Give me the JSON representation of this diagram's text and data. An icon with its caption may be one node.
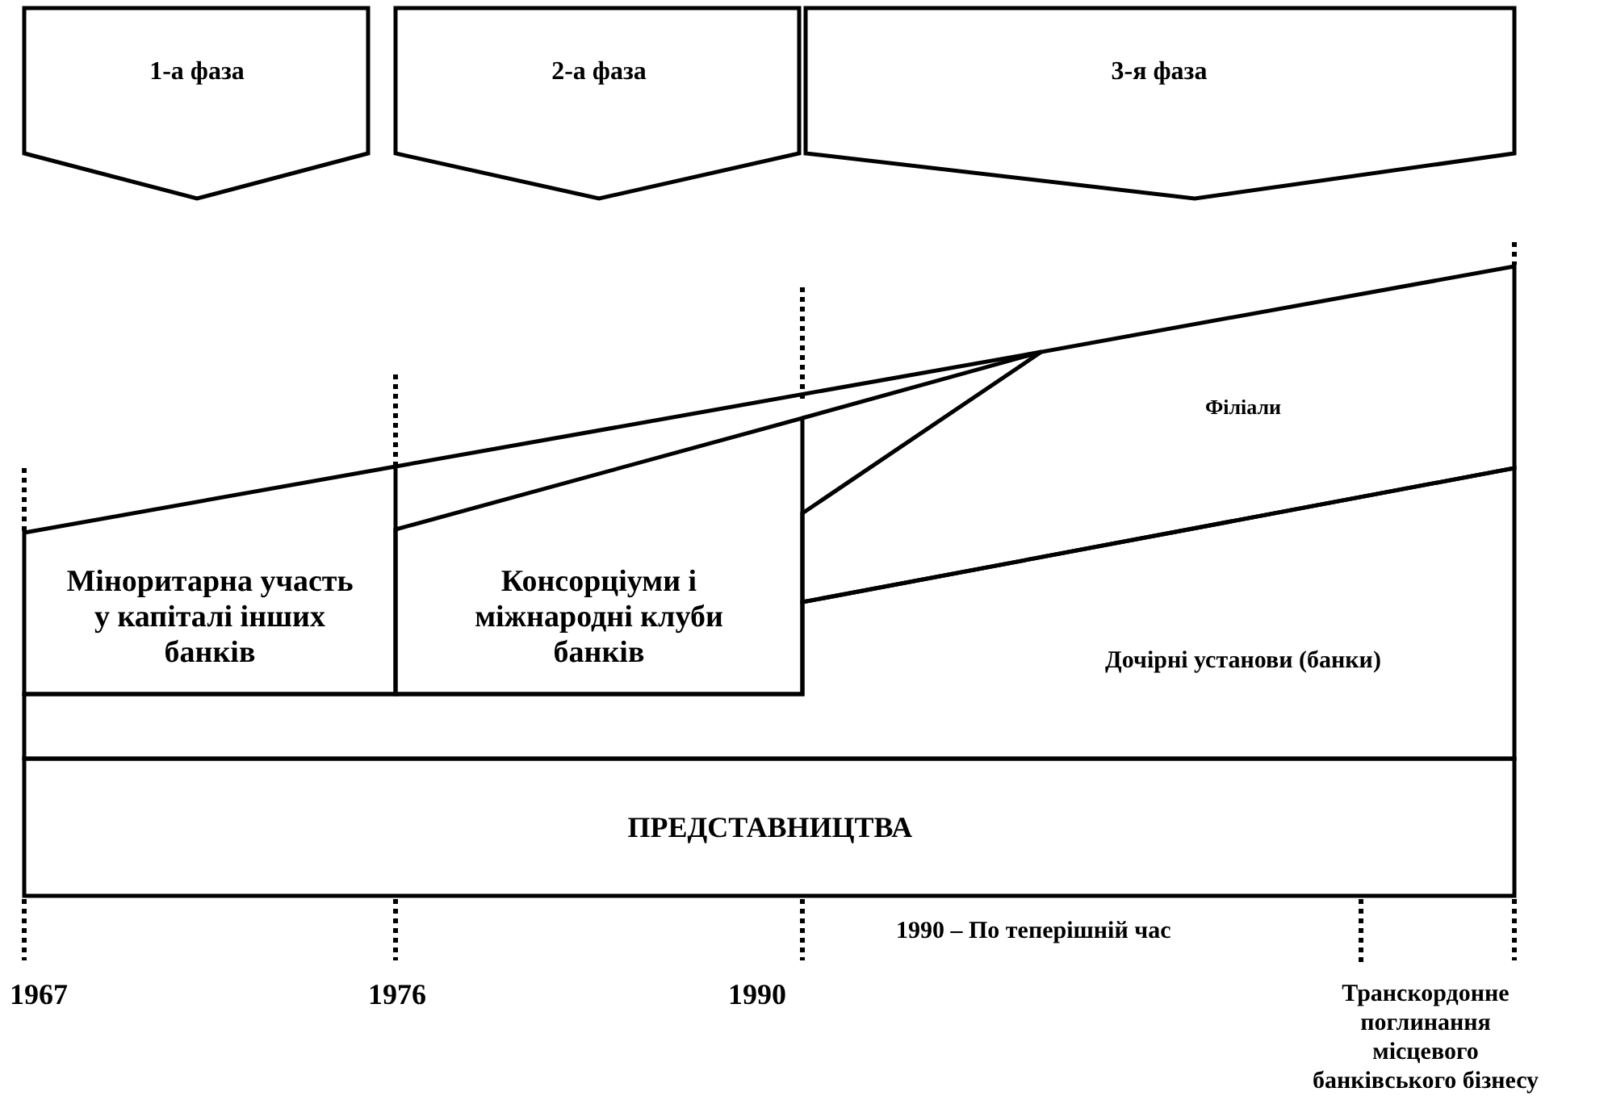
{
  "diagram": {
    "nodes": [
      {
        "text": [
          "1-а фаза"
        ]
      },
      {
        "text": [
          "2-а фаза"
        ]
      },
      {
        "text": [
          "3-я фаза"
        ]
      },
      {
        "text": [
          "Міноритарна участь у капіталі інших банків"
        ]
      },
      {
        "text": [
          "Консорціуми і міжнародні клуби банків"
        ]
      },
      {
        "text": [
          "Філіали"
        ]
      },
      {
        "text": [
          "Дочірні установи (банки)"
        ]
      },
      {
        "text": [
          "ПРЕДСТАВНИЦТВА"
        ]
      }
    ],
    "edges": [],
    "labels": [
      "1990 – По теперішній час",
      "1967",
      "1976",
      "1990",
      "Транскордонне поглинання місцевого банківського бізнесу"
    ]
  }
}
